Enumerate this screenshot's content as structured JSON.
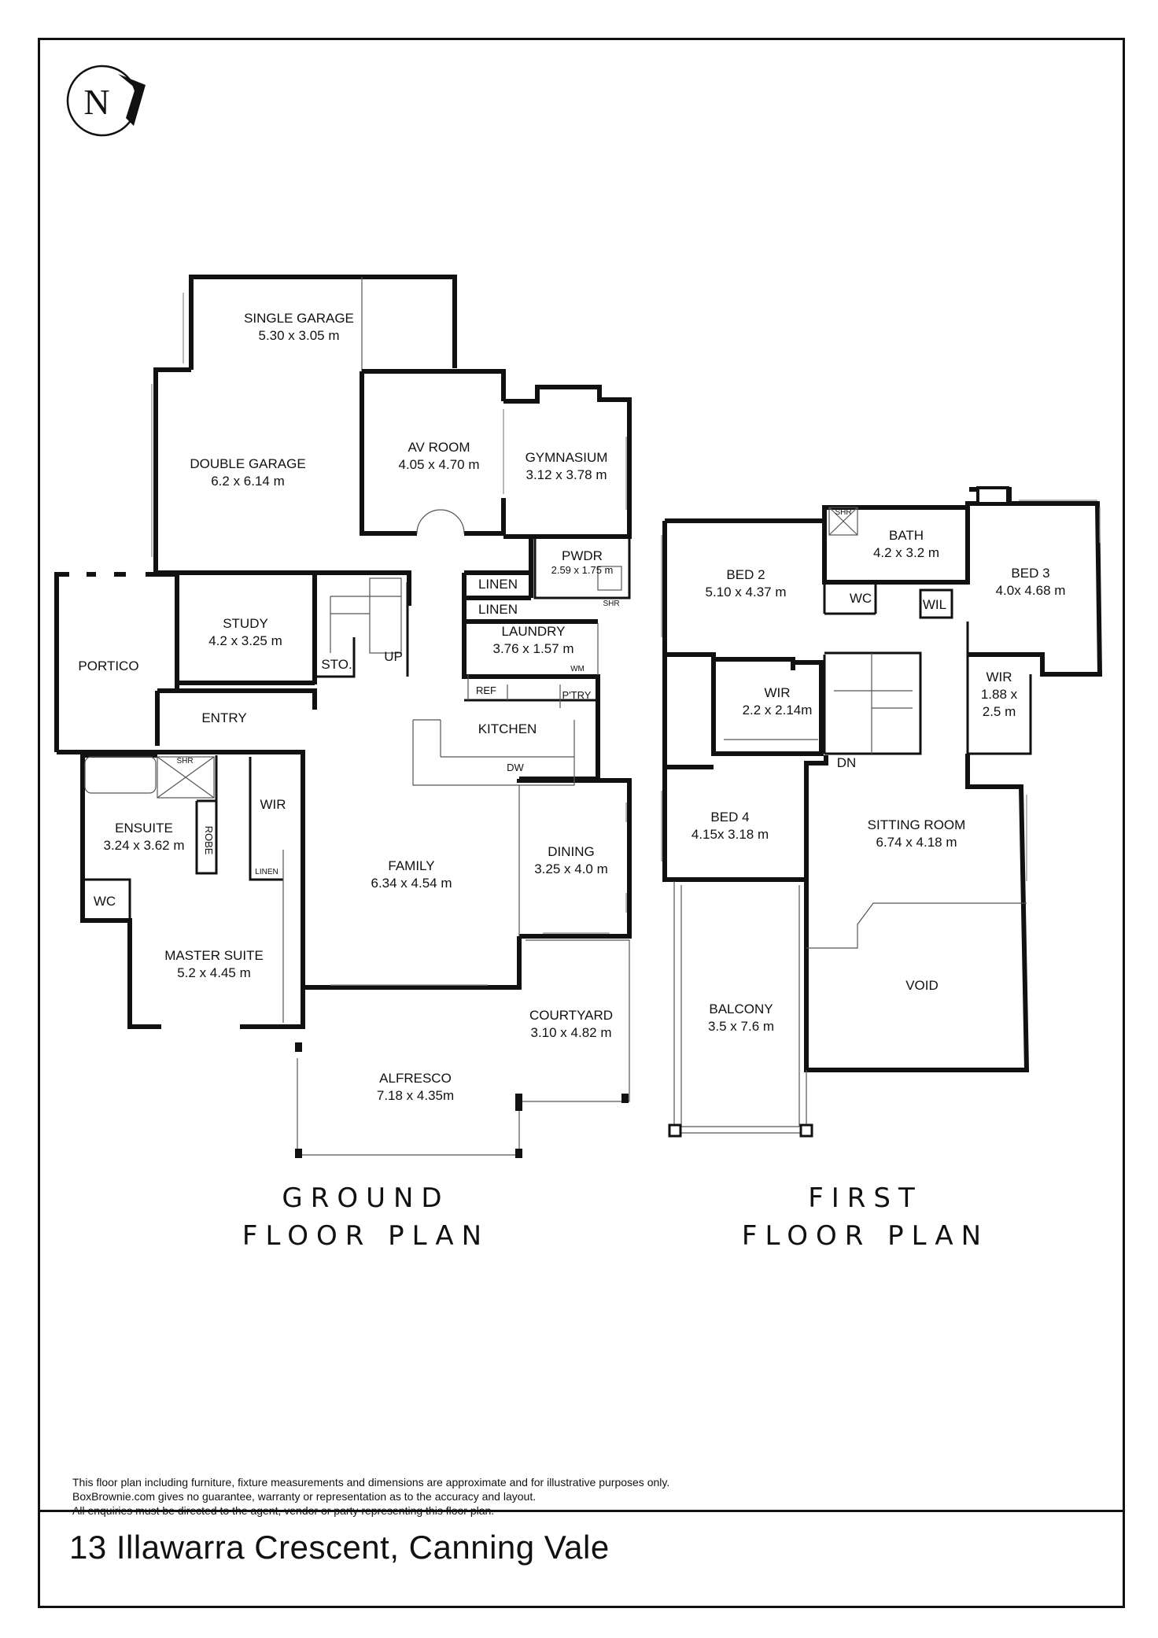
{
  "compass": {
    "letter": "N",
    "icon": "north-arrow-icon"
  },
  "ground_floor": {
    "heading_line1": "GROUND",
    "heading_line2": "FLOOR PLAN",
    "rooms": [
      {
        "id": "single-garage",
        "name": "SINGLE GARAGE",
        "size": "5.30 x 3.05 m"
      },
      {
        "id": "double-garage",
        "name": "DOUBLE GARAGE",
        "size": "6.2 x 6.14 m"
      },
      {
        "id": "av-room",
        "name": "AV ROOM",
        "size": "4.05 x 4.70 m"
      },
      {
        "id": "gymnasium",
        "name": "GYMNASIUM",
        "size": "3.12 x 3.78 m"
      },
      {
        "id": "pwdr",
        "name": "PWDR",
        "size": "2.59 x 1.75 m"
      },
      {
        "id": "study",
        "name": "STUDY",
        "size": "4.2 x 3.25 m"
      },
      {
        "id": "laundry",
        "name": "LAUNDRY",
        "size": "3.76 x 1.57 m"
      },
      {
        "id": "ensuite",
        "name": "ENSUITE",
        "size": "3.24 x 3.62 m"
      },
      {
        "id": "family",
        "name": "FAMILY",
        "size": "6.34 x 4.54 m"
      },
      {
        "id": "dining",
        "name": "DINING",
        "size": "3.25 x 4.0 m"
      },
      {
        "id": "master-suite",
        "name": "MASTER SUITE",
        "size": "5.2 x 4.45 m"
      },
      {
        "id": "courtyard",
        "name": "COURTYARD",
        "size": "3.10 x 4.82 m"
      },
      {
        "id": "alfresco",
        "name": "ALFRESCO",
        "size": "7.18 x 4.35m"
      }
    ],
    "labels": {
      "linen1": "LINEN",
      "linen2": "LINEN",
      "portico": "PORTICO",
      "sto": "STO.",
      "up": "UP",
      "entry": "ENTRY",
      "ref": "REF",
      "ptry": "P'TRY",
      "kitchen": "KITCHEN",
      "dw": "DW",
      "wm": "WM",
      "wir": "WIR",
      "robe": "ROBE",
      "linen3": "LINEN",
      "wc": "WC",
      "shr1": "SHR",
      "shr2": "SHR"
    }
  },
  "first_floor": {
    "heading_line1": "FIRST",
    "heading_line2": "FLOOR PLAN",
    "rooms": [
      {
        "id": "bed2",
        "name": "BED 2",
        "size": "5.10 x 4.37 m"
      },
      {
        "id": "bath",
        "name": "BATH",
        "size": "4.2 x 3.2 m"
      },
      {
        "id": "bed3",
        "name": "BED 3",
        "size": "4.0x 4.68 m"
      },
      {
        "id": "wir-left",
        "name": "WIR",
        "size": "2.2 x 2.14m"
      },
      {
        "id": "wir-right",
        "name": "WIR",
        "size": "1.88 x",
        "size2": "2.5 m"
      },
      {
        "id": "bed4",
        "name": "BED 4",
        "size": "4.15x 3.18 m"
      },
      {
        "id": "sitting-room",
        "name": "SITTING ROOM",
        "size": "6.74 x 4.18 m"
      },
      {
        "id": "balcony",
        "name": "BALCONY",
        "size": "3.5 x 7.6 m"
      }
    ],
    "labels": {
      "wc": "WC",
      "wil": "WIL",
      "dn": "DN",
      "void": "VOID",
      "shr": "SHR"
    }
  },
  "disclaimer": [
    "This floor plan including furniture, fixture measurements and dimensions are approximate and for illustrative purposes only.",
    "BoxBrownie.com gives no guarantee, warranty or representation as to the accuracy and layout.",
    "All enquiries must be directed to the agent, vendor or party representing this floor plan."
  ],
  "address": "13 Illawarra Crescent, Canning Vale"
}
